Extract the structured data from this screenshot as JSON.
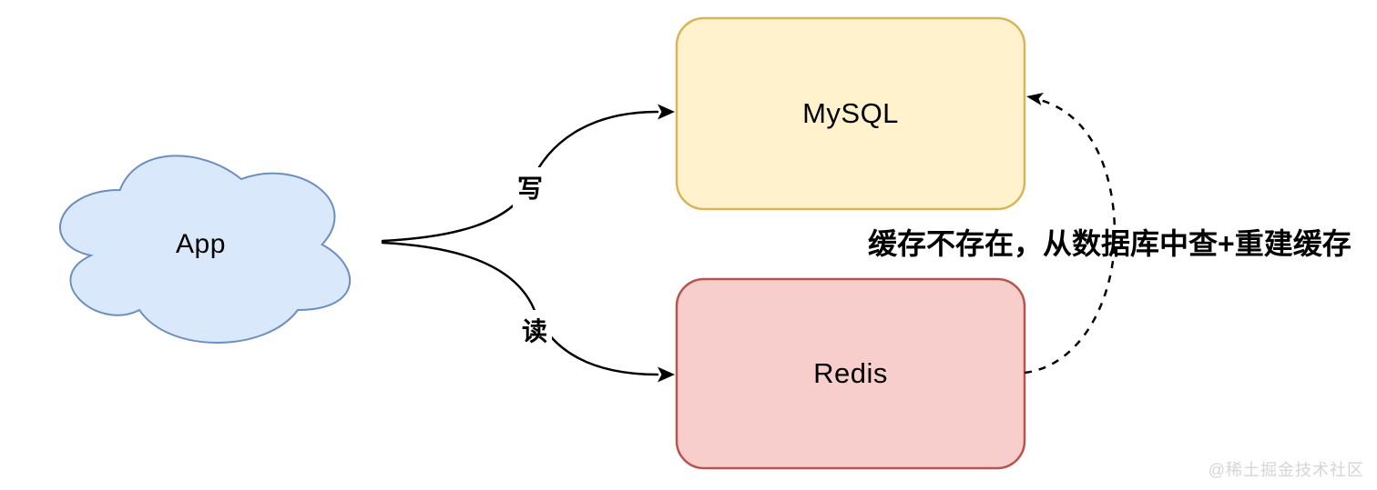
{
  "diagram": {
    "app_label": "App",
    "mysql_label": "MySQL",
    "redis_label": "Redis",
    "write_edge_label": "写",
    "read_edge_label": "读",
    "annotation": "缓存不存在，从数据库中查+重建缓存",
    "watermark": "@稀土掘金技术社区",
    "colors": {
      "background": "#ffffff",
      "app_cloud_fill": "#dae8fc",
      "app_cloud_stroke": "#6c8ebf",
      "mysql_fill": "#fff2cc",
      "mysql_stroke": "#d6b656",
      "redis_fill": "#f8cecc",
      "redis_stroke": "#b85450",
      "edge": "#000000",
      "watermark": "#d5d5d5"
    }
  }
}
